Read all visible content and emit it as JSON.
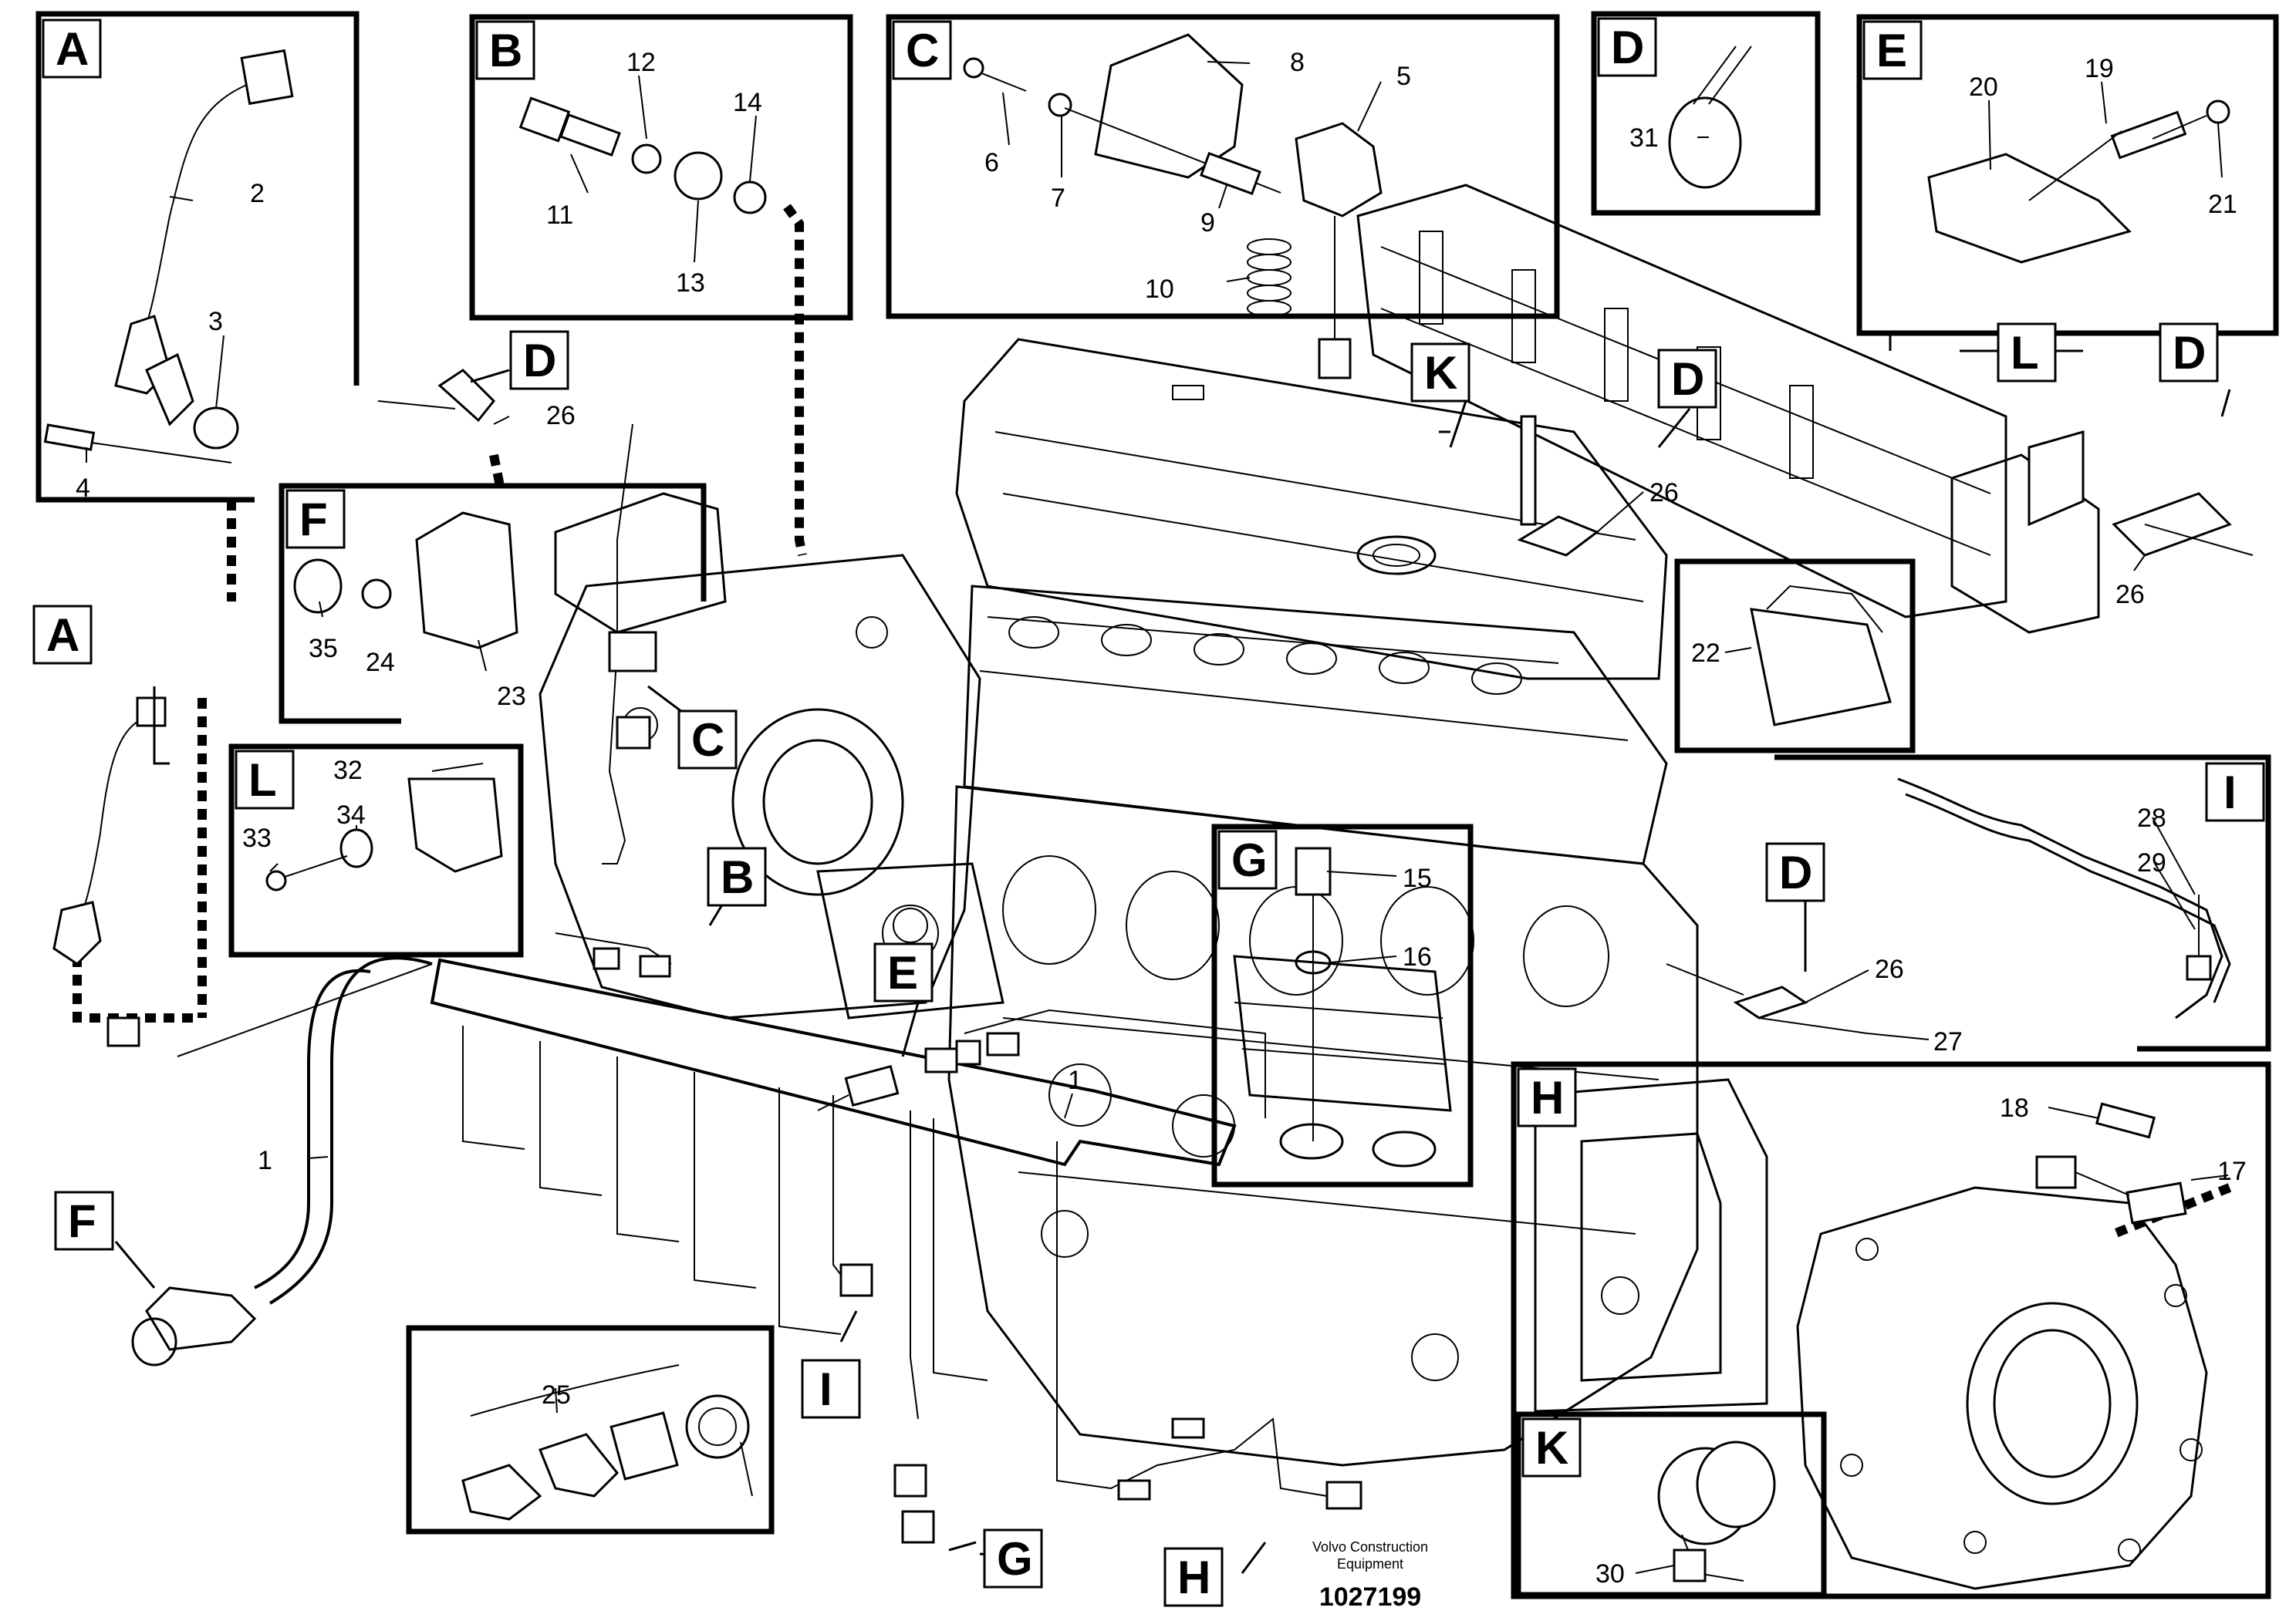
{
  "callouts": {
    "n1a": "1",
    "n1b": "1",
    "n2": "2",
    "n3": "3",
    "n4": "4",
    "n5": "5",
    "n6": "6",
    "n7": "7",
    "n8": "8",
    "n9": "9",
    "n10": "10",
    "n11": "11",
    "n12": "12",
    "n13": "13",
    "n14": "14",
    "n15": "15",
    "n16": "16",
    "n17": "17",
    "n18": "18",
    "n19": "19",
    "n20": "20",
    "n21": "21",
    "n22": "22",
    "n23": "23",
    "n24": "24",
    "n25": "25",
    "n26a": "26",
    "n26b": "26",
    "n26c": "26",
    "n26d": "26",
    "n27": "27",
    "n28": "28",
    "n29": "29",
    "n30": "30",
    "n31": "31",
    "n32": "32",
    "n33": "33",
    "n34": "34",
    "n35": "35"
  },
  "boxes": {
    "A1": "A",
    "A2": "A",
    "B1": "B",
    "B2": "B",
    "C1": "C",
    "C2": "C",
    "D1": "D",
    "D2": "D",
    "D3": "D",
    "D4": "D",
    "D5": "D",
    "E1": "E",
    "E2": "E",
    "F1": "F",
    "F2": "F",
    "G1": "G",
    "G2": "G",
    "H1": "H",
    "H2": "H",
    "I1": "I",
    "I2": "I",
    "K1": "K",
    "K2": "K",
    "L1": "L",
    "L2": "L"
  },
  "footer": {
    "brand_line1": "Volvo Construction",
    "brand_line2": "Equipment",
    "drawing_number": "1027199"
  }
}
